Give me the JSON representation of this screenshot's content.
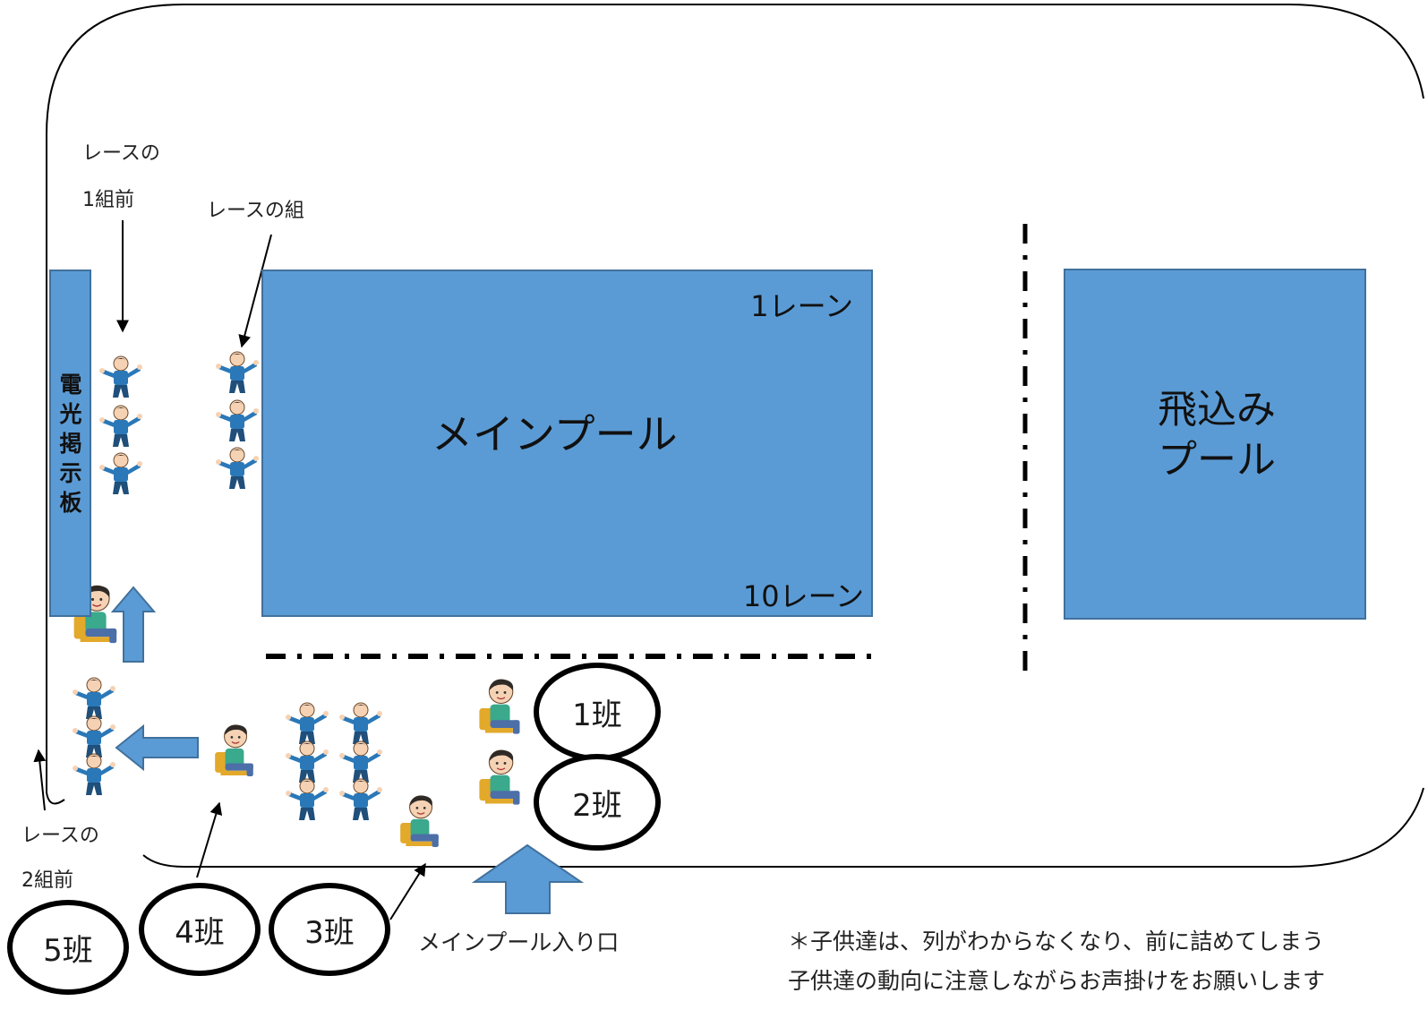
{
  "labels": {
    "race_one_before_line1": "レースの",
    "race_one_before_line2": "1組前",
    "race_group": "レースの組",
    "race_two_before_line1": "レースの",
    "race_two_before_line2": "2組前",
    "main_entrance": "メインプール入り口"
  },
  "board": {
    "chars": [
      "電",
      "光",
      "掲",
      "示",
      "板"
    ]
  },
  "main_pool": {
    "name": "メインプール",
    "lane_top": "1レーン",
    "lane_bottom": "10レーン",
    "color": "#5b9bd5"
  },
  "dive_pool": {
    "line1": "飛込み",
    "line2": "プール",
    "color": "#5b9bd5"
  },
  "groups": [
    "1班",
    "2班",
    "3班",
    "4班",
    "5班"
  ],
  "note": {
    "line1": "＊子供達は、列がわからなくなり、前に詰めてしまう",
    "line2": "子供達の動向に注意しながらお声掛けをお願いします"
  },
  "colors": {
    "arrow": "#5b9bd5",
    "arrow_border": "#41719c",
    "line": "#000000"
  }
}
